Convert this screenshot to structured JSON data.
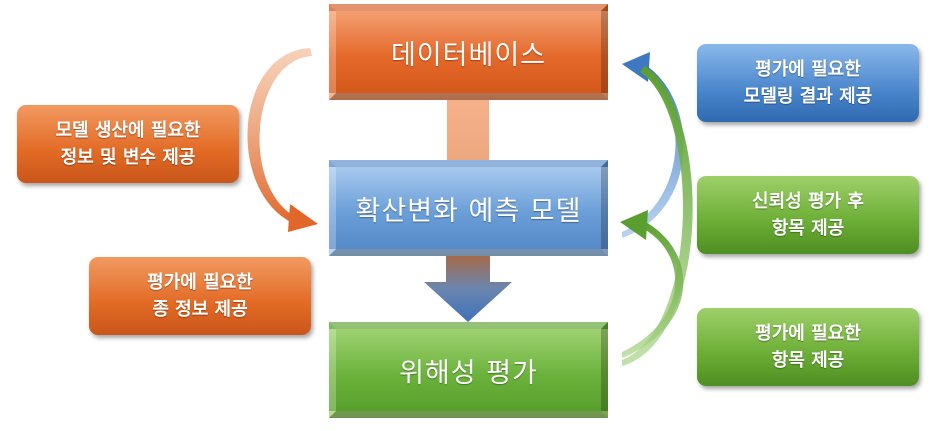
{
  "main_boxes": {
    "database": "데이터베이스",
    "model": "확산변화 예측 모델",
    "assessment": "위해성 평가"
  },
  "left_notes": {
    "model_info": "모델 생산에 필요한\n정보 및 변수 제공",
    "species_info": "평가에 필요한\n종 정보 제공"
  },
  "right_notes": {
    "modeling_result": "평가에 필요한\n모델링 결과 제공",
    "post_reliability": "신뢰성 평가 후\n항목 제공",
    "required_items": "평가에 필요한\n항목 제공"
  },
  "colors": {
    "orange": "#e4692a",
    "blue": "#5589c8",
    "green": "#6cb33d"
  }
}
